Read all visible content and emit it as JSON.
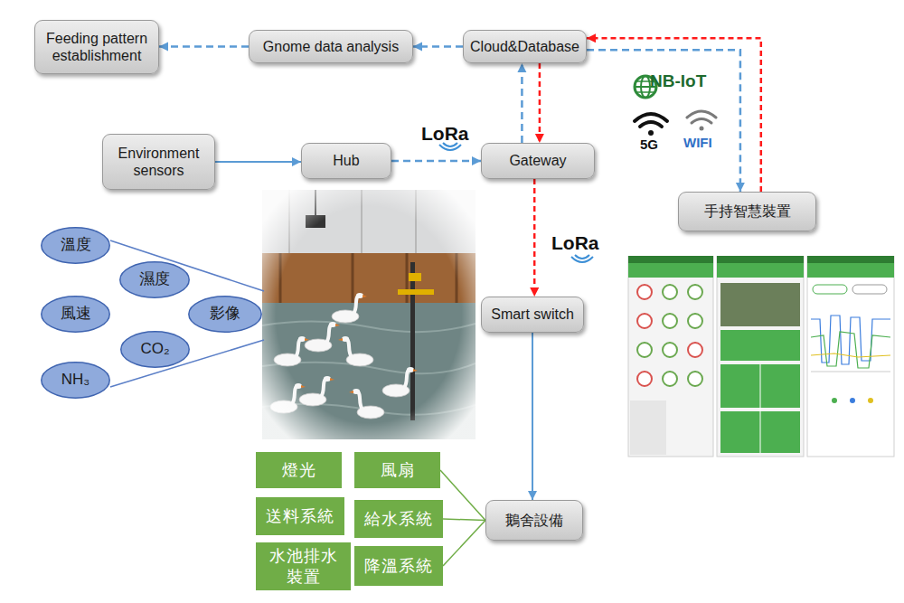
{
  "diagram": {
    "nodes": [
      {
        "text": [
          "Feeding pattern establishment"
        ]
      },
      {
        "text": [
          "Gnome data analysis"
        ]
      },
      {
        "text": [
          "Cloud&Database"
        ]
      },
      {
        "text": [
          "Environment sensors"
        ]
      },
      {
        "text": [
          "Hub"
        ]
      },
      {
        "text": [
          "Gateway"
        ]
      },
      {
        "text": [
          "手持智慧裝置"
        ]
      },
      {
        "text": [
          "溫度"
        ]
      },
      {
        "text": [
          "濕度"
        ]
      },
      {
        "text": [
          "風速"
        ]
      },
      {
        "text": [
          "影像"
        ]
      },
      {
        "text": [
          "CO₂"
        ]
      },
      {
        "text": [
          "NH₃"
        ]
      },
      {
        "text": [
          "Smart switch"
        ]
      },
      {
        "text": [
          "鵝舍設備"
        ]
      },
      {
        "text": [
          "燈光"
        ]
      },
      {
        "text": [
          "風扇"
        ]
      },
      {
        "text": [
          "送料系統"
        ]
      },
      {
        "text": [
          "給水系統"
        ]
      },
      {
        "text": [
          "水池排水裝置"
        ]
      },
      {
        "text": [
          "降溫系統"
        ]
      }
    ],
    "edges": [
      {
        "from": 2,
        "to": 1,
        "arrow": "to"
      },
      {
        "from": 1,
        "to": 0,
        "arrow": "to"
      },
      {
        "from": 3,
        "to": 4,
        "arrow": "to"
      },
      {
        "from": 4,
        "to": 5,
        "arrow": "to"
      },
      {
        "from": 5,
        "to": 2,
        "arrow": "to"
      },
      {
        "from": 2,
        "to": 5,
        "arrow": "to"
      },
      {
        "from": 6,
        "to": 2,
        "arrow": "to"
      },
      {
        "from": 2,
        "to": 6,
        "arrow": "to"
      },
      {
        "from": 5,
        "to": 13,
        "arrow": "to"
      },
      {
        "from": 13,
        "to": 14,
        "arrow": "to"
      },
      {
        "from": 14,
        "to": 16,
        "arrow": "none"
      },
      {
        "from": 14,
        "to": 18,
        "arrow": "none"
      },
      {
        "from": 14,
        "to": 20,
        "arrow": "none"
      }
    ],
    "labels": [
      "NB-IoT",
      "LoRa",
      "5G",
      "WIFI",
      "LoRa"
    ]
  }
}
